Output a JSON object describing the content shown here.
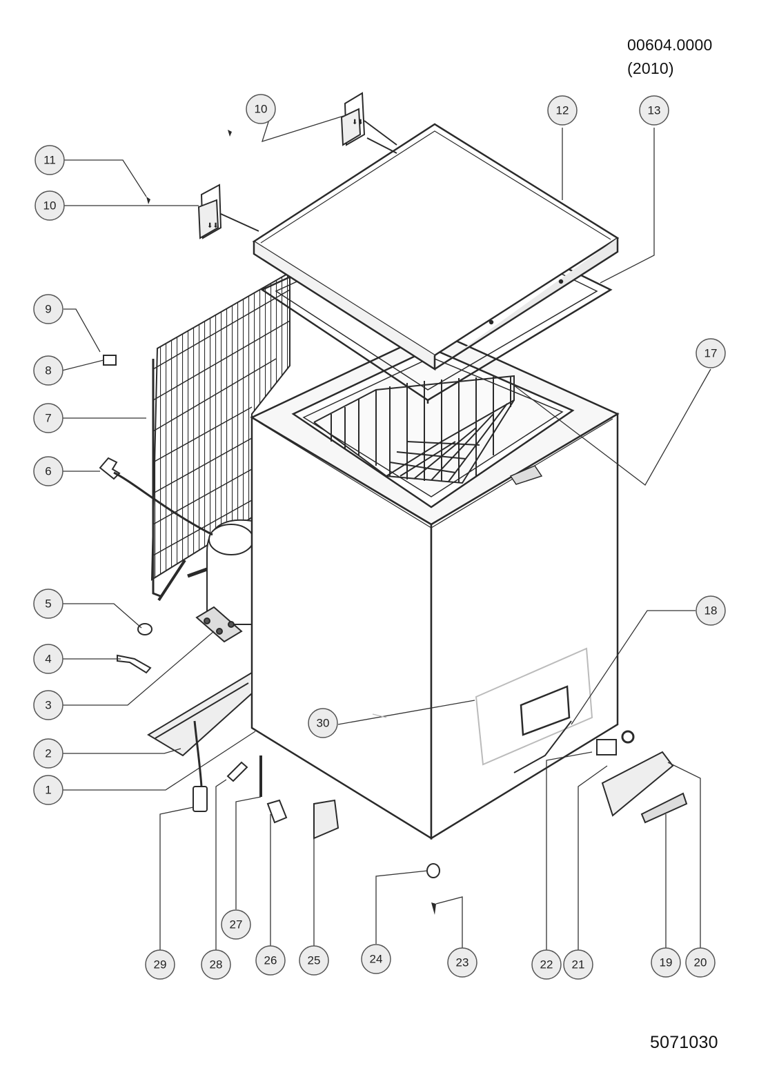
{
  "document_code": "00604.0000",
  "document_year": "(2010)",
  "drawing_number": "5071030",
  "callouts": [
    "1",
    "2",
    "3",
    "4",
    "5",
    "6",
    "7",
    "8",
    "9",
    "10",
    "11",
    "12",
    "13",
    "17",
    "18",
    "19",
    "20",
    "21",
    "22",
    "23",
    "24",
    "25",
    "26",
    "27",
    "28",
    "29",
    "30"
  ],
  "colors": {
    "line": "#2a2a2a",
    "callout_fill": "#ececec",
    "callout_stroke": "#555555",
    "faint": "#bbbbbb"
  }
}
